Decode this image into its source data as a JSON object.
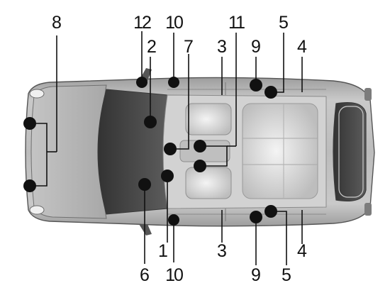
{
  "diagram": {
    "labels": {
      "top": [
        "12",
        "10",
        "7",
        "3",
        "11",
        "9",
        "5",
        "4"
      ],
      "upper_top": [
        "2"
      ],
      "left": [
        "8"
      ],
      "bottom": [
        "1",
        "10",
        "6",
        "3",
        "9",
        "5",
        "4"
      ]
    },
    "colors": {
      "ink": "#111111",
      "body": "#b7b7b7",
      "glass": "#4a4a4a",
      "interior": "#d8d8d8"
    }
  }
}
